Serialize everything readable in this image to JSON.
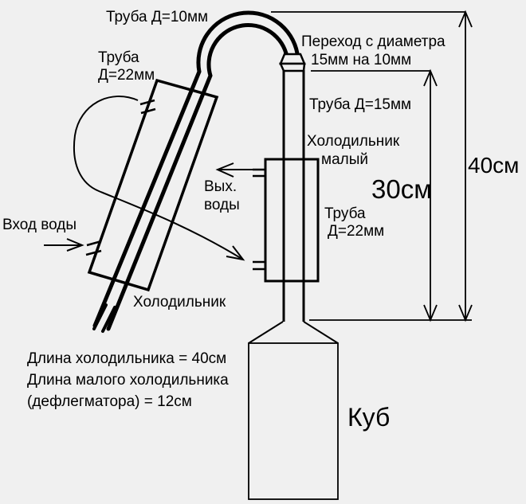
{
  "diagram": {
    "background_color": "#f0f0f0",
    "ink_color": "#000000",
    "labels": {
      "pipe10": "Труба Д=10мм",
      "pipe22_left_l1": "Труба",
      "pipe22_left_l2": "Д=22мм",
      "reducer_l1": "Переход с диаметра",
      "reducer_l2": "15мм на 10мм",
      "pipe15": "Труба Д=15мм",
      "small_condenser_l1": "Холодильник",
      "small_condenser_l2": "малый",
      "dim_30": "30см",
      "dim_40": "40см",
      "water_out_l1": "Вых.",
      "water_out_l2": "воды",
      "pipe22_right_l1": "Труба",
      "pipe22_right_l2": "Д=22мм",
      "water_in": "Вход воды",
      "condenser": "Холодильник",
      "note_l1": "Длина холодильника = 40см",
      "note_l2": "Длина малого холодильника",
      "note_l3": "(дефлегматора) = 12см",
      "boiler": "Куб"
    }
  }
}
